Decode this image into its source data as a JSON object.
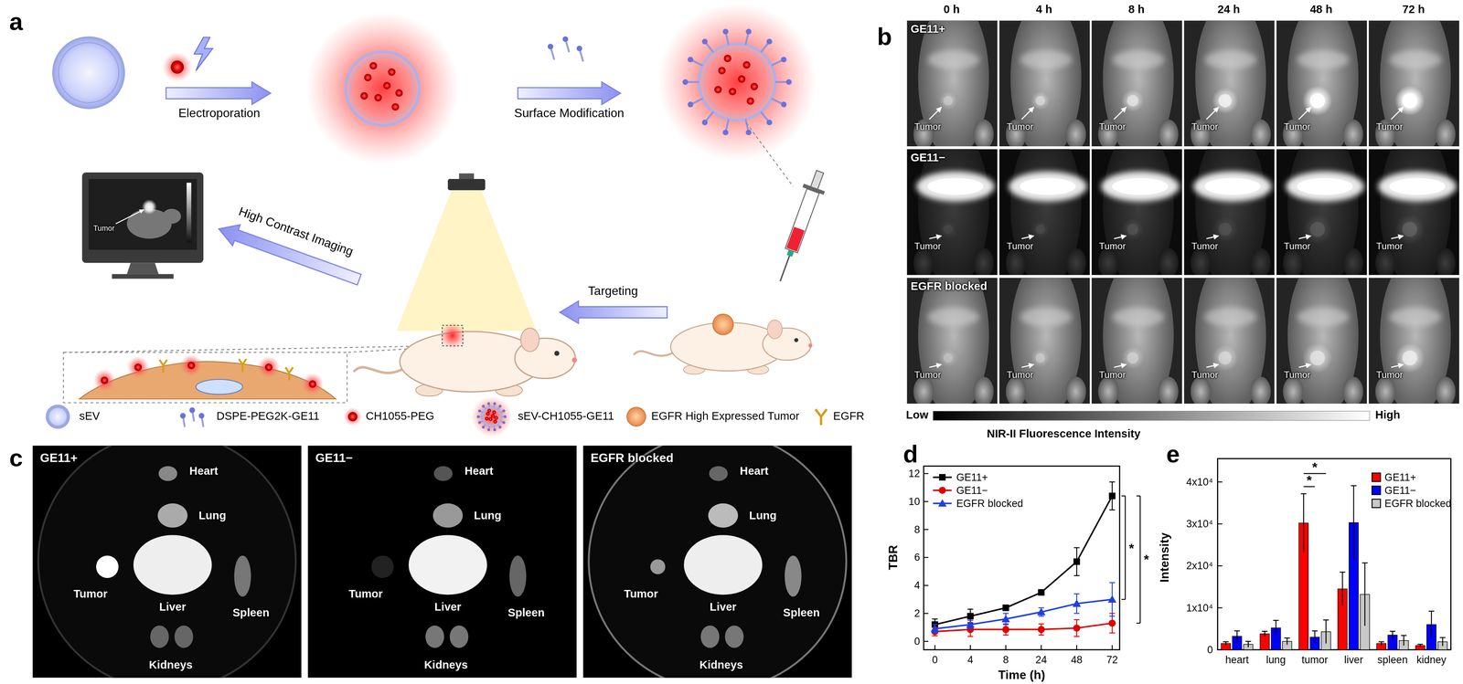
{
  "diagram": {
    "nodes": [
      {
        "text": [
          "Tumor"
        ]
      },
      {
        "text": [
          "GE11+",
          "Tumor"
        ]
      },
      {
        "text": [
          "Tumor"
        ]
      },
      {
        "text": [
          "Tumor"
        ]
      },
      {
        "text": [
          "Tumor"
        ]
      },
      {
        "text": [
          "Tumor"
        ]
      },
      {
        "text": [
          "Tumor"
        ]
      },
      {
        "text": [
          "GE11−",
          "Tumor"
        ]
      },
      {
        "text": [
          "Tumor"
        ]
      },
      {
        "text": [
          "Tumor"
        ]
      },
      {
        "text": [
          "Tumor"
        ]
      },
      {
        "text": [
          "Tumor"
        ]
      },
      {
        "text": [
          "Tumor"
        ]
      },
      {
        "text": [
          "EGFR blocked",
          "Tumor"
        ]
      },
      {
        "text": [
          "Tumor"
        ]
      },
      {
        "text": [
          "Tumor"
        ]
      },
      {
        "text": [
          "Tumor"
        ]
      },
      {
        "text": [
          "Tumor"
        ]
      },
      {
        "text": [
          "Tumor"
        ]
      },
      {
        "text": [
          "GE11+",
          "Heart",
          "Lung",
          "Tumor",
          "Liver",
          "Spleen",
          "Kidneys"
        ]
      },
      {
        "text": [
          "GE11−",
          "Heart",
          "Lung",
          "Tumor",
          "Liver",
          "Spleen",
          "Kidneys"
        ]
      },
      {
        "text": [
          "EGFR blocked",
          "Heart",
          "Lung",
          "Tumor",
          "Liver",
          "Spleen",
          "Kidneys"
        ]
      }
    ],
    "labels": [
      "a",
      "Electroporation",
      "Surface Modification",
      "High Contrast Imaging",
      "Targeting",
      "b",
      "0 h",
      "4 h",
      "8 h",
      "24 h",
      "48 h",
      "72 h",
      "Low",
      "High",
      "NIR-II Fluorescence Intensity",
      "c",
      "d",
      "TBR",
      "0",
      "2",
      "4",
      "6",
      "8",
      "10",
      "12",
      "0",
      "4",
      "8",
      "24",
      "48",
      "72",
      "Time (h)",
      "*",
      "*",
      "e",
      "Intensity",
      "0",
      "1x10⁴",
      "2x10⁴",
      "3x10⁴",
      "4x10⁴",
      "heart",
      "lung",
      "tumor",
      "liver",
      "spleen",
      "kidney",
      "*",
      "*"
    ],
    "legend": [
      {
        "text": "sEV"
      },
      {
        "text": "DSPE-PEG2K-GE11"
      },
      {
        "text": "CH1055-PEG"
      },
      {
        "text": "sEV-CH1055-GE11"
      },
      {
        "text": "EGFR High Expressed Tumor"
      },
      {
        "text": "EGFR"
      },
      {
        "text": "GE11+"
      },
      {
        "text": "GE11−"
      },
      {
        "text": "EGFR blocked"
      },
      {
        "text": "GE11+",
        "color": "#ff0000"
      },
      {
        "text": "GE11−",
        "color": "#0000ff"
      },
      {
        "text": "EGFR blocked",
        "color": "#c8c8c8"
      }
    ]
  }
}
